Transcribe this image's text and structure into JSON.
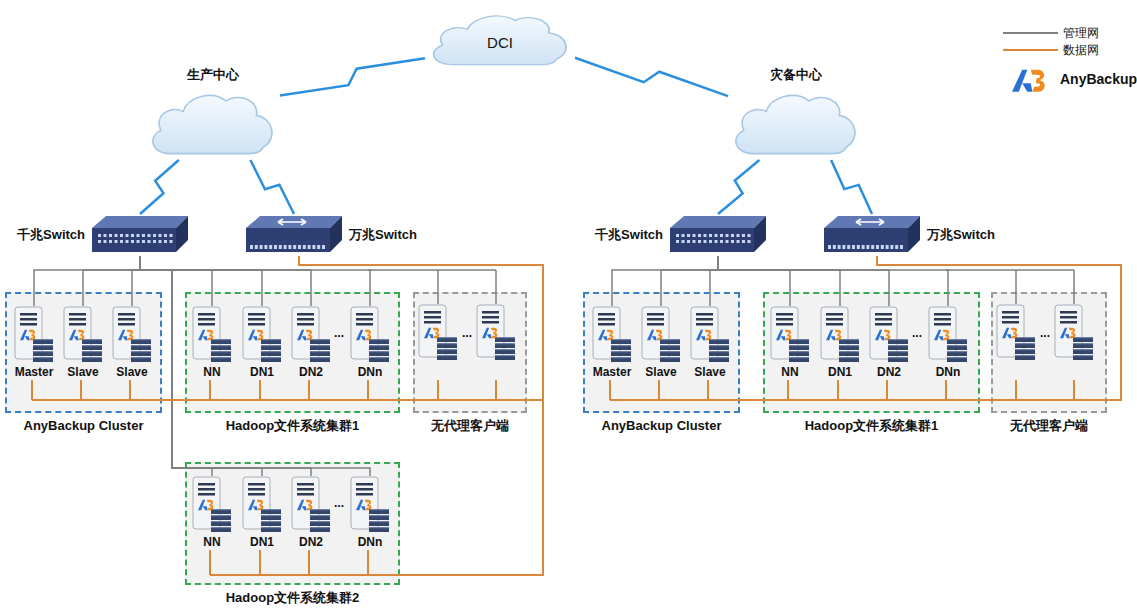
{
  "diagram": {
    "nodes": [
      {
        "text": [
          "DCI"
        ]
      },
      {
        "text": [
          "生产中心"
        ]
      },
      {
        "text": [
          "灾备中心"
        ]
      },
      {
        "text": [
          "千兆Switch"
        ]
      },
      {
        "text": [
          "万兆Switch"
        ]
      },
      {
        "text": [
          "千兆Switch"
        ]
      },
      {
        "text": [
          "万兆Switch"
        ]
      },
      {
        "text": [
          "AnyBackup Cluster"
        ]
      },
      {
        "text": [
          "Master"
        ],
        "in": 7
      },
      {
        "text": [
          "Slave"
        ],
        "in": 7
      },
      {
        "text": [
          "Slave"
        ],
        "in": 7
      },
      {
        "text": [
          "Hadoop文件系统集群1"
        ]
      },
      {
        "text": [
          "NN"
        ],
        "in": 11
      },
      {
        "text": [
          "DN1"
        ],
        "in": 11
      },
      {
        "text": [
          "DN2"
        ],
        "in": 11
      },
      {
        "text": [
          "DNn"
        ],
        "in": 11
      },
      {
        "text": [
          "无代理客户端"
        ]
      },
      {
        "text": [
          "AnyBackup Cluster"
        ]
      },
      {
        "text": [
          "Master"
        ],
        "in": 17
      },
      {
        "text": [
          "Slave"
        ],
        "in": 17
      },
      {
        "text": [
          "Slave"
        ],
        "in": 17
      },
      {
        "text": [
          "Hadoop文件系统集群1"
        ]
      },
      {
        "text": [
          "NN"
        ],
        "in": 21
      },
      {
        "text": [
          "DN1"
        ],
        "in": 21
      },
      {
        "text": [
          "DN2"
        ],
        "in": 21
      },
      {
        "text": [
          "DNn"
        ],
        "in": 21
      },
      {
        "text": [
          "无代理客户端"
        ]
      },
      {
        "text": [
          "Hadoop文件系统集群2"
        ]
      },
      {
        "text": [
          "NN"
        ],
        "in": 27
      },
      {
        "text": [
          "DN1"
        ],
        "in": 27
      },
      {
        "text": [
          "DN2"
        ],
        "in": 27
      },
      {
        "text": [
          "DNn"
        ],
        "in": 27
      }
    ],
    "edges": [
      {
        "from": 0,
        "to": 1,
        "arrow": "none"
      },
      {
        "from": 0,
        "to": 2,
        "arrow": "none"
      },
      {
        "from": 1,
        "to": 3,
        "arrow": "none"
      },
      {
        "from": 1,
        "to": 4,
        "arrow": "none"
      },
      {
        "from": 2,
        "to": 5,
        "arrow": "none"
      },
      {
        "from": 2,
        "to": 6,
        "arrow": "none"
      },
      {
        "from": 3,
        "to": 8,
        "arrow": "none"
      },
      {
        "from": 3,
        "to": 9,
        "arrow": "none"
      },
      {
        "from": 3,
        "to": 10,
        "arrow": "none"
      },
      {
        "from": 3,
        "to": 12,
        "arrow": "none"
      },
      {
        "from": 3,
        "to": 13,
        "arrow": "none"
      },
      {
        "from": 3,
        "to": 14,
        "arrow": "none"
      },
      {
        "from": 3,
        "to": 15,
        "arrow": "none"
      },
      {
        "from": 3,
        "to": 28,
        "arrow": "none"
      },
      {
        "from": 3,
        "to": 29,
        "arrow": "none"
      },
      {
        "from": 3,
        "to": 30,
        "arrow": "none"
      },
      {
        "from": 3,
        "to": 31,
        "arrow": "none"
      },
      {
        "from": 5,
        "to": 18,
        "arrow": "none"
      },
      {
        "from": 5,
        "to": 19,
        "arrow": "none"
      },
      {
        "from": 5,
        "to": 20,
        "arrow": "none"
      },
      {
        "from": 5,
        "to": 22,
        "arrow": "none"
      },
      {
        "from": 5,
        "to": 23,
        "arrow": "none"
      },
      {
        "from": 5,
        "to": 24,
        "arrow": "none"
      },
      {
        "from": 5,
        "to": 25,
        "arrow": "none"
      },
      {
        "from": 4,
        "to": 7,
        "arrow": "none"
      },
      {
        "from": 4,
        "to": 11,
        "arrow": "none"
      },
      {
        "from": 4,
        "to": 16,
        "arrow": "none"
      },
      {
        "from": 4,
        "to": 27,
        "arrow": "none"
      },
      {
        "from": 6,
        "to": 17,
        "arrow": "none"
      },
      {
        "from": 6,
        "to": 21,
        "arrow": "none"
      },
      {
        "from": 6,
        "to": 26,
        "arrow": "none"
      }
    ],
    "labels": [
      "...",
      "...",
      "...",
      "...",
      "..."
    ],
    "legend": [
      {
        "text": "管理网"
      },
      {
        "text": "数据网"
      },
      {
        "text": "AnyBackup"
      }
    ]
  }
}
